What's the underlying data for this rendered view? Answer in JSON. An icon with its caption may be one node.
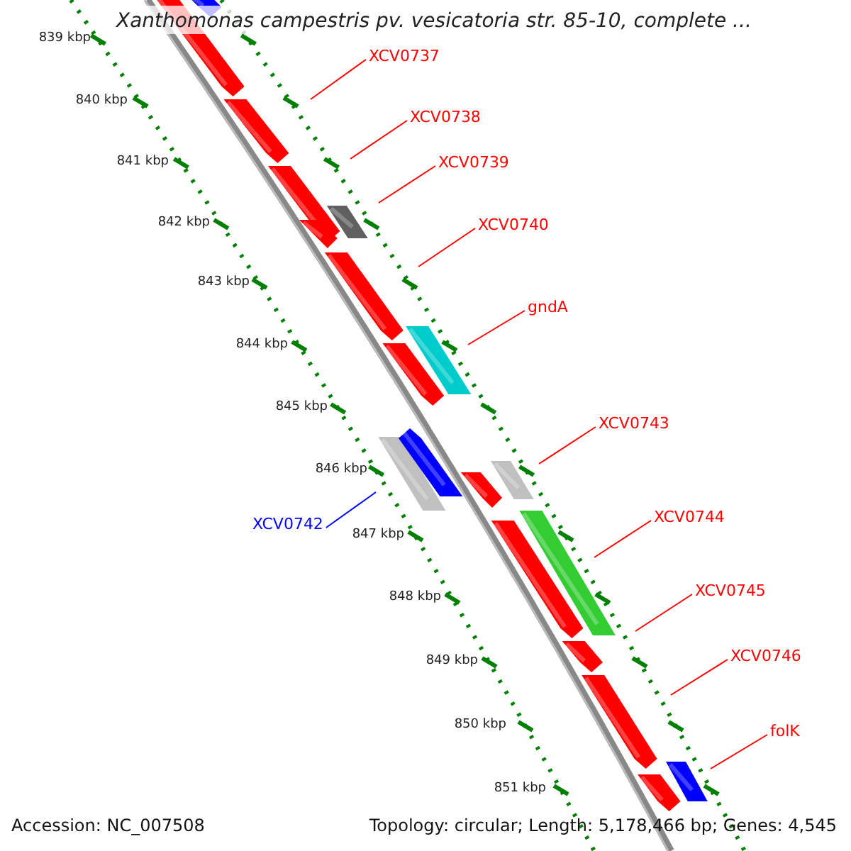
{
  "diagram": {
    "title": "Xanthomonas campestris pv. vesicatoria str. 85-10, complete ...",
    "nodes": [
      {
        "text": [
          "XCV0737"
        ]
      },
      {
        "text": [
          "XCV0738"
        ]
      },
      {
        "text": [
          "XCV0739"
        ]
      },
      {
        "text": [
          "XCV0740"
        ]
      },
      {
        "text": [
          "gndA"
        ]
      },
      {
        "text": [
          "XCV0743"
        ]
      },
      {
        "text": [
          "XCV0744"
        ]
      },
      {
        "text": [
          "XCV0742"
        ]
      },
      {
        "text": [
          "XCV0745"
        ]
      },
      {
        "text": [
          "XCV0746"
        ]
      },
      {
        "text": [
          "folK"
        ]
      }
    ],
    "edges": [
      {
        "from": 0,
        "to": null,
        "arrow": "none"
      },
      {
        "from": 1,
        "to": null,
        "arrow": "none"
      },
      {
        "from": 2,
        "to": null,
        "arrow": "none"
      },
      {
        "from": 3,
        "to": null,
        "arrow": "none"
      },
      {
        "from": 4,
        "to": null,
        "arrow": "none"
      },
      {
        "from": 5,
        "to": null,
        "arrow": "none"
      },
      {
        "from": 6,
        "to": null,
        "arrow": "none"
      },
      {
        "from": 7,
        "to": null,
        "arrow": "none",
        "color": "#0000ff"
      },
      {
        "from": 8,
        "to": null,
        "arrow": "none"
      },
      {
        "from": 9,
        "to": null,
        "arrow": "none"
      },
      {
        "from": 10,
        "to": null,
        "arrow": "none"
      }
    ],
    "labels": [
      "839 kbp",
      "840 kbp",
      "841 kbp",
      "842 kbp",
      "843 kbp",
      "844 kbp",
      "845 kbp",
      "846 kbp",
      "847 kbp",
      "848 kbp",
      "849 kbp",
      "850 kbp",
      "851 kbp",
      "Accession: NC_007508",
      "Topology: circular; Length: 5,178,466 bp; Genes: 4,545"
    ]
  }
}
